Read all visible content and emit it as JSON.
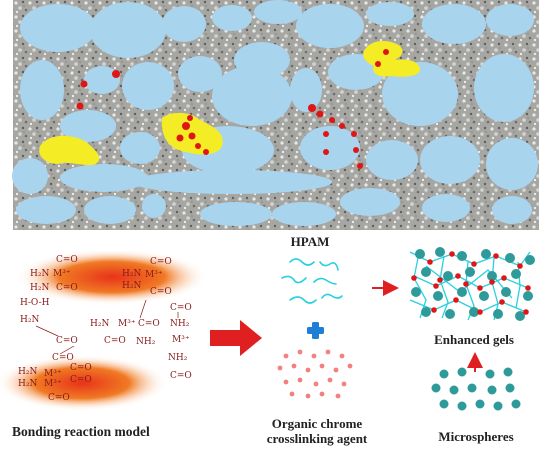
{
  "labels": {
    "bonding": "Bonding reaction model",
    "hpam": "HPAM",
    "crosslinker_line1": "Organic chrome",
    "crosslinker_line2": "crosslinking agent",
    "enhanced": "Enhanced gels",
    "microspheres": "Microspheres"
  },
  "chem": {
    "co": "C=O",
    "hoh": "H-O-H",
    "h2n": "H₂N",
    "nh2": "NH₂",
    "m3": "M³⁺",
    "c": "C"
  },
  "colors": {
    "rock_base": "#a9a9a6",
    "pore": "#a9d4ee",
    "gel": "#f4ec24",
    "crosslink": "#e01616",
    "arrow": "#e02020",
    "hpam": "#2ad0e0",
    "plus": "#1f7fd6",
    "sphere": "#2e9a9a",
    "chem_text": "#8a1a1a"
  }
}
